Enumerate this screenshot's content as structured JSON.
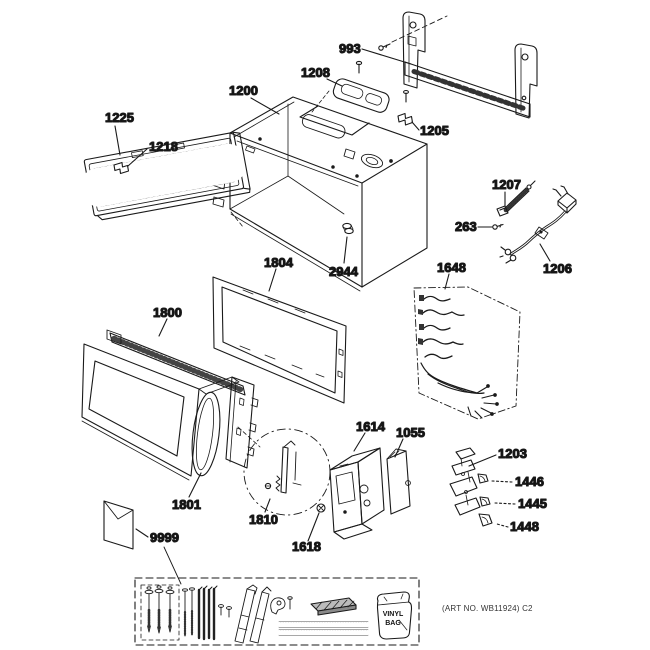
{
  "diagram": {
    "background_color": "#ffffff",
    "line_color": "#1a1a1a",
    "footer_note": "(ART NO. WB11924) C2",
    "vinyl_bag": {
      "line1": "VINYL",
      "line2": "BAG"
    },
    "callouts": {
      "c993": "993",
      "c1200": "1200",
      "c1208": "1208",
      "c1205": "1205",
      "c1225": "1225",
      "c1218": "1218",
      "c1207": "1207",
      "c263": "263",
      "c1206": "1206",
      "c2944": "2944",
      "c1804": "1804",
      "c1648": "1648",
      "c1800": "1800",
      "c1801": "1801",
      "c1810": "1810",
      "c1614": "1614",
      "c1055": "1055",
      "c1618": "1618",
      "c1203": "1203",
      "c1446": "1446",
      "c1445": "1445",
      "c1448": "1448",
      "c9999": "9999"
    }
  }
}
